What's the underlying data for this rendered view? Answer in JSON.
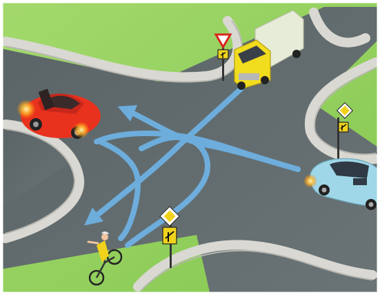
{
  "scene": {
    "vehicles": [
      {
        "kind": "truck",
        "color": "#f2dc1e"
      },
      {
        "kind": "car",
        "color": "#e8321e"
      },
      {
        "kind": "car",
        "color": "#9fd6e8"
      },
      {
        "kind": "bicycle",
        "color": "#f0d21c"
      }
    ],
    "signs": [
      {
        "kind": "give-way-sign"
      },
      {
        "kind": "priority-road-sign"
      },
      {
        "kind": "priority-road-sign"
      },
      {
        "kind": "priority-direction-plate"
      },
      {
        "kind": "priority-direction-plate"
      }
    ],
    "arrows": [
      {
        "kind": "truck-left-turn-arrow"
      },
      {
        "kind": "red-car-left-turn-arrow"
      },
      {
        "kind": "blue-car-straight-arrow"
      },
      {
        "kind": "bicycle-left-turn-arrow"
      }
    ],
    "colors": {
      "grass": "#8fcf5a",
      "asphalt": "#5f6a6b",
      "sidewalk": "#d9d8d2",
      "arrow": "#6fb3e6"
    }
  }
}
